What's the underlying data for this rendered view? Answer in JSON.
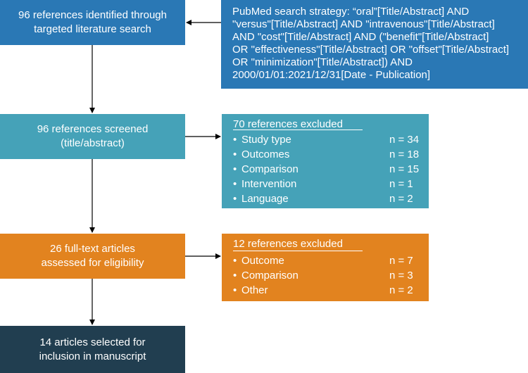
{
  "colors": {
    "identified": "#2a78b5",
    "screened": "#45a2b8",
    "fulltext": "#e2831f",
    "selected": "#213e50",
    "arrow": "#000000"
  },
  "boxes": {
    "identified": "96 references identified through\ntargeted literature search",
    "search_strategy": "PubMed search strategy: “oral”[Title/Abstract] AND\n\"versus\"[Title/Abstract] AND \"intravenous\"[Title/Abstract]\nAND \"cost\"[Title/Abstract] AND (\"benefit\"[Title/Abstract]\nOR \"effectiveness\"[Title/Abstract] OR \"offset\"[Title/Abstract]\nOR \"minimization\"[Title/Abstract]) AND\n2000/01/01:2021/12/31[Date - Publication]",
    "screened": "96 references screened\n(title/abstract)",
    "fulltext": "26 full-text articles\nassessed for eligibility",
    "selected": "14 articles selected for\ninclusion in manuscript"
  },
  "exclusions_screening": {
    "title": "70 references excluded",
    "items": [
      {
        "label": "Study type",
        "count": "n = 34"
      },
      {
        "label": "Outcomes",
        "count": "n = 18"
      },
      {
        "label": "Comparison",
        "count": "n = 15"
      },
      {
        "label": "Intervention",
        "count": "n = 1"
      },
      {
        "label": "Language",
        "count": "n = 2"
      }
    ]
  },
  "exclusions_fulltext": {
    "title": "12 references excluded",
    "items": [
      {
        "label": "Outcome",
        "count": "n = 7"
      },
      {
        "label": "Comparison",
        "count": "n = 3"
      },
      {
        "label": "Other",
        "count": "n = 2"
      }
    ]
  },
  "bullet_symbol": "•"
}
